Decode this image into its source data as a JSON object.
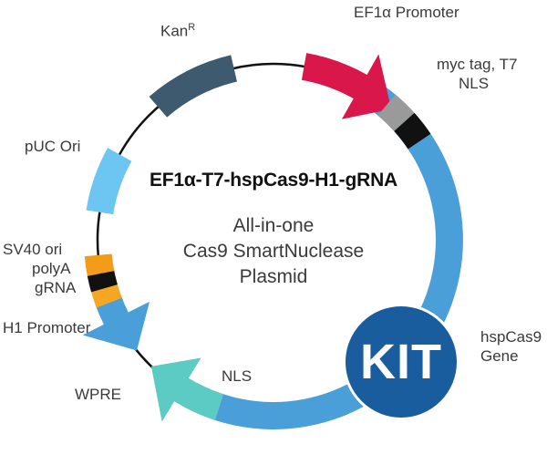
{
  "plasmid": {
    "name": "EF1α-T7-hspCas9-H1-gRNA",
    "subtitle_lines": [
      "All-in-one",
      "Cas9 SmartNuclease",
      "Plasmid"
    ],
    "badge": "KIT"
  },
  "features": {
    "kan": {
      "label": "Kan",
      "sup": "R",
      "color": "#3d5a6e"
    },
    "ef1a": {
      "label": "EF1α Promoter",
      "color": "#d9174b"
    },
    "myc": {
      "label_1": "myc tag, T7",
      "label_2": "NLS",
      "color_tag": "#9a9a9a",
      "color_nls": "#111111"
    },
    "cas9": {
      "label_1": "hspCas9",
      "label_2": "Gene",
      "color": "#4a9fd8"
    },
    "nls2": {
      "label": "NLS",
      "color": "#d8d8d8"
    },
    "wpre": {
      "label": "WPRE",
      "color": "#5ccbc3"
    },
    "h1": {
      "label": "H1 Promoter",
      "color": "#4a9fd8"
    },
    "grna": {
      "label": "gRNA",
      "color": "#111111"
    },
    "polyA": {
      "label_1": "SV40 ori",
      "label_2": "polyA",
      "color_ori": "#f39c1a",
      "color_polya": "#f5a623"
    },
    "puc": {
      "label": "pUC Ori",
      "color": "#6cc6f1"
    }
  },
  "backbone_color": "#111111",
  "badge_color": "#1a5d9e"
}
